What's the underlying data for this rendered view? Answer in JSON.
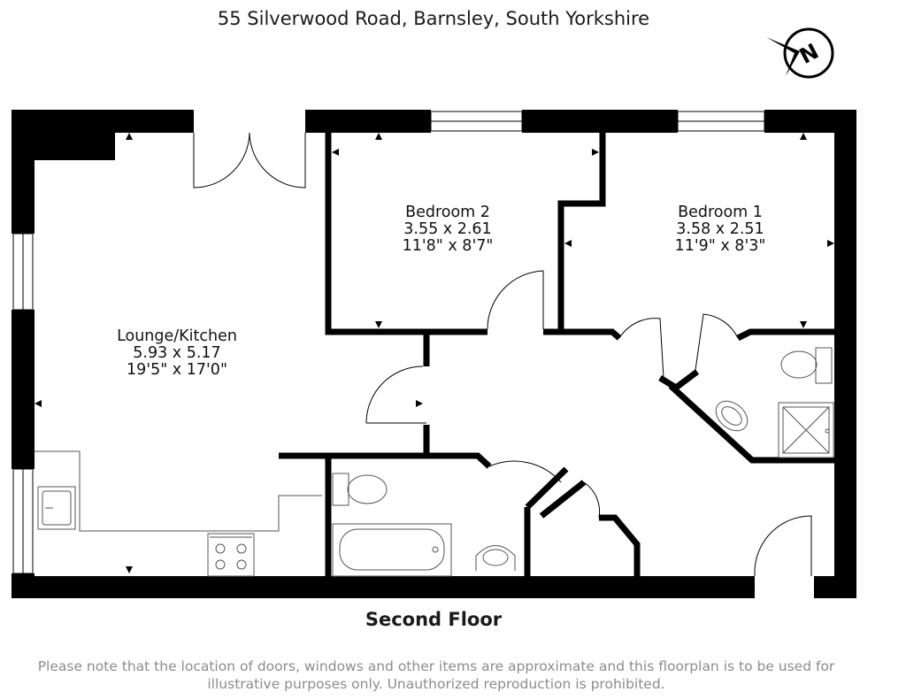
{
  "header": {
    "address": "55 Silverwood Road, Barnsley, South Yorkshire"
  },
  "compass": {
    "letter": "N"
  },
  "rooms": [
    {
      "name": "Lounge/Kitchen",
      "metric": "5.93 x 5.17",
      "imperial": "19'5\" x 17'0\""
    },
    {
      "name": "Bedroom 2",
      "metric": "3.55 x 2.61",
      "imperial": "11'8\" x 8'7\""
    },
    {
      "name": "Bedroom 1",
      "metric": "3.58 x 2.51",
      "imperial": "11'9\" x 8'3\""
    }
  ],
  "floor": {
    "label": "Second Floor"
  },
  "footer": {
    "disclaimer_line1": "Please note that the location of doors, windows and other items are approximate and this floorplan is to be used for",
    "disclaimer_line2": "illustrative purposes only. Unauthorized reproduction is prohibited."
  },
  "colors": {
    "wall": "#000000",
    "fixture_stroke": "#555555",
    "text": "#111111",
    "disclaimer": "#8c8c8c"
  }
}
